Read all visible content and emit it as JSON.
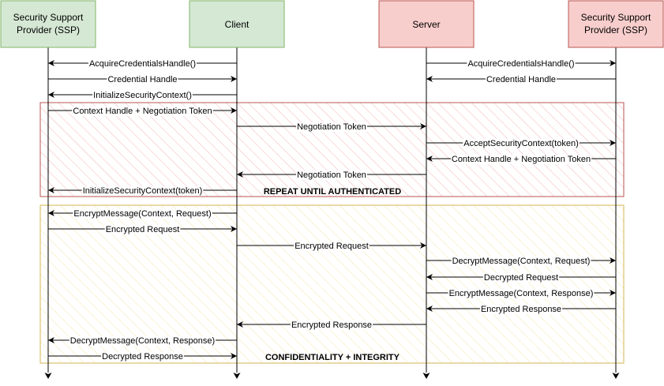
{
  "participants": [
    {
      "id": "ssp_client",
      "lines": [
        "Security Support",
        "Provider (SSP)"
      ],
      "fill": "#d5e8d4",
      "stroke": "#82b366"
    },
    {
      "id": "client",
      "lines": [
        "Client"
      ],
      "fill": "#d5e8d4",
      "stroke": "#82b366"
    },
    {
      "id": "server",
      "lines": [
        "Server"
      ],
      "fill": "#f8cecc",
      "stroke": "#b85450"
    },
    {
      "id": "ssp_server",
      "lines": [
        "Security Support",
        "Provider (SSP)"
      ],
      "fill": "#f8cecc",
      "stroke": "#b85450"
    }
  ],
  "groups": [
    {
      "id": "repeat",
      "label": "REPEAT UNTIL AUTHENTICATED",
      "stroke": "#b85450",
      "hatch": "#f8cecc"
    },
    {
      "id": "conf",
      "label": "CONFIDENTIALITY + INTEGRITY",
      "stroke": "#d6b656",
      "hatch": "#fff2cc"
    }
  ],
  "messages": [
    {
      "from": "client",
      "to": "ssp_client",
      "label": "AcquireCredentialsHandle()"
    },
    {
      "from": "server",
      "to": "ssp_server",
      "label": "AcquireCredentialsHandle()"
    },
    {
      "from": "ssp_client",
      "to": "client",
      "label": "Credential Handle"
    },
    {
      "from": "ssp_server",
      "to": "server",
      "label": "Credential Handle"
    },
    {
      "from": "client",
      "to": "ssp_client",
      "label": "InitializeSecurityContext()"
    },
    {
      "from": "ssp_client",
      "to": "client",
      "label": "Context Handle + Negotiation Token"
    },
    {
      "from": "client",
      "to": "server",
      "label": "Negotiation Token"
    },
    {
      "from": "server",
      "to": "ssp_server",
      "label": "AcceptSecurityContext(token)"
    },
    {
      "from": "ssp_server",
      "to": "server",
      "label": "Context Handle + Negotiation Token"
    },
    {
      "from": "server",
      "to": "client",
      "label": "Negotiation Token"
    },
    {
      "from": "client",
      "to": "ssp_client",
      "label": "InitializeSecurityContext(token)"
    },
    {
      "from": "client",
      "to": "ssp_client",
      "label": "EncryptMessage(Context, Request)"
    },
    {
      "from": "ssp_client",
      "to": "client",
      "label": "Encrypted Request"
    },
    {
      "from": "client",
      "to": "server",
      "label": "Encrypted Request"
    },
    {
      "from": "server",
      "to": "ssp_server",
      "label": "DecryptMessage(Context, Request)"
    },
    {
      "from": "ssp_server",
      "to": "server",
      "label": "Decrypted Request"
    },
    {
      "from": "server",
      "to": "ssp_server",
      "label": "EncryptMessage(Context, Response)"
    },
    {
      "from": "ssp_server",
      "to": "server",
      "label": "Encrypted Response"
    },
    {
      "from": "server",
      "to": "client",
      "label": "Encrypted Response"
    },
    {
      "from": "client",
      "to": "ssp_client",
      "label": "DecryptMessage(Context, Response)"
    },
    {
      "from": "ssp_client",
      "to": "client",
      "label": "Decrypted Response"
    }
  ]
}
